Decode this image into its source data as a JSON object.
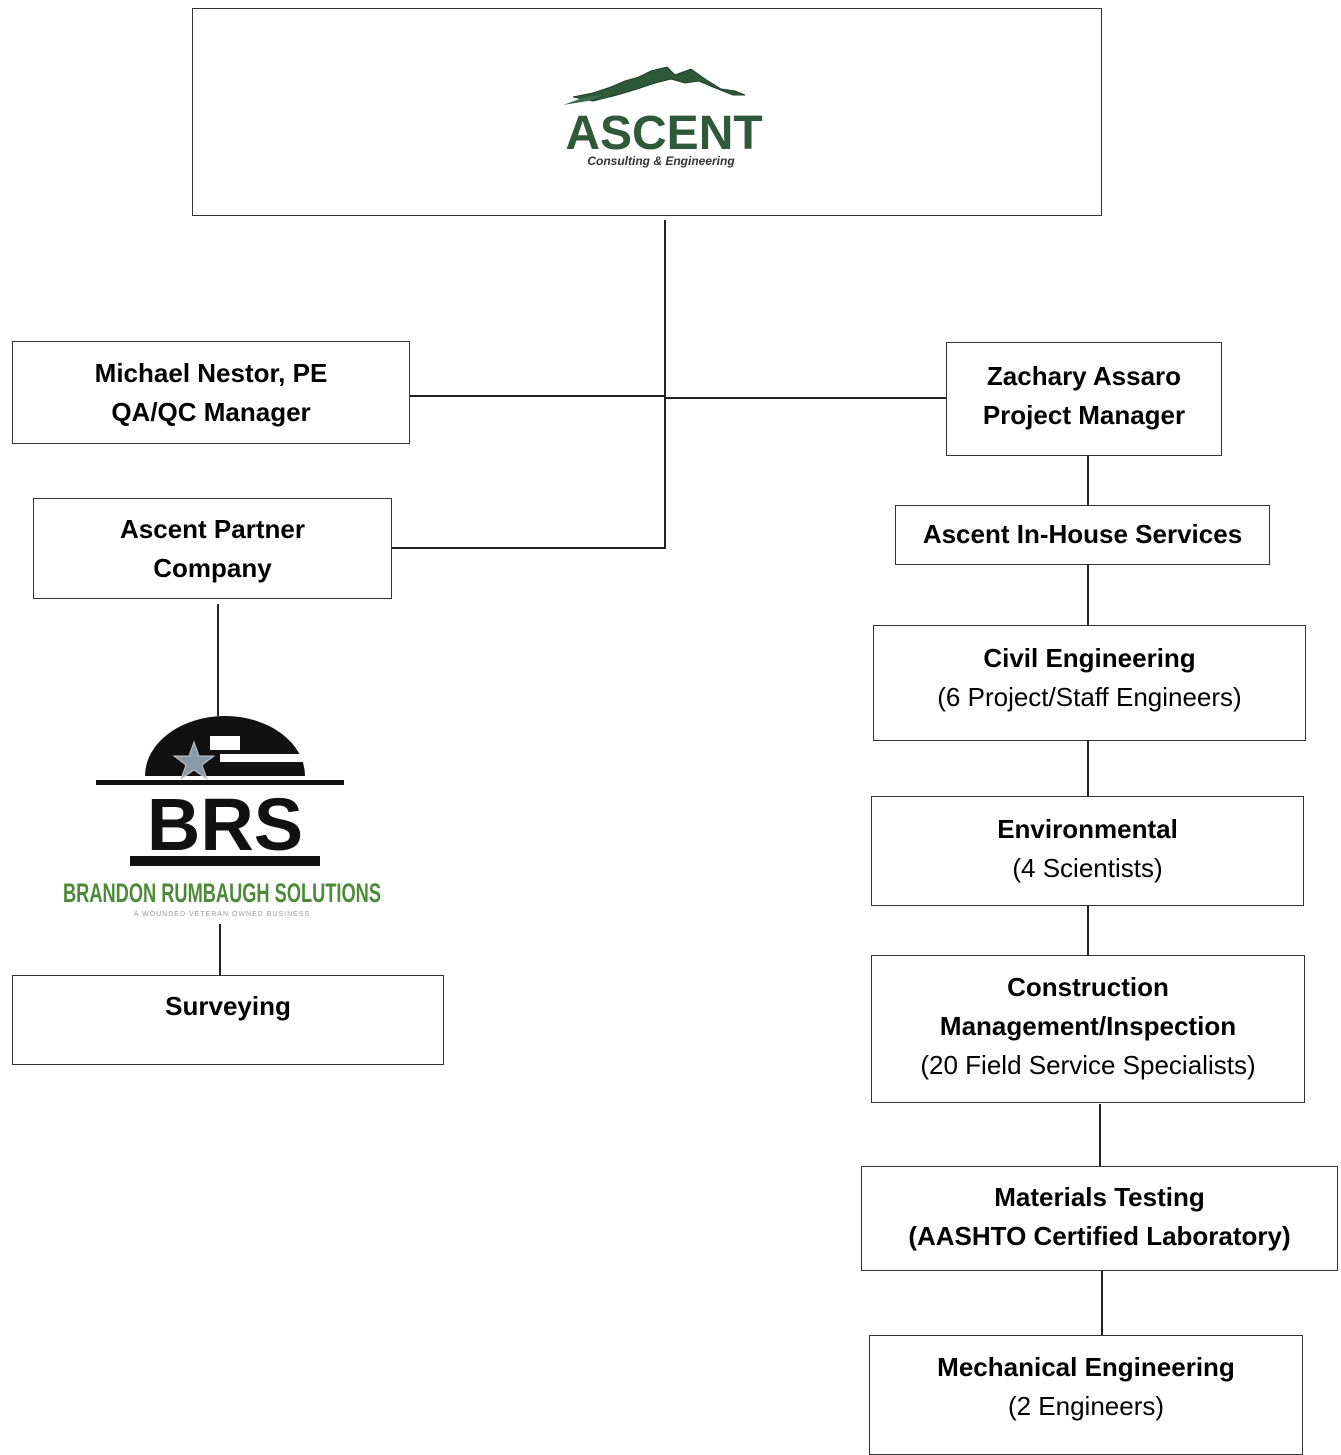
{
  "logo_box": {
    "brand_name": "ASCENT",
    "brand_tagline": "Consulting & Engineering"
  },
  "nodes": {
    "qa_manager": {
      "name": "Michael Nestor, PE",
      "role": "QA/QC Manager"
    },
    "project_manager": {
      "name": "Zachary Assaro",
      "role": "Project Manager"
    },
    "partner": {
      "line1": "Ascent Partner",
      "line2": "Company"
    },
    "in_house": {
      "label": "Ascent In-House Services"
    },
    "civil": {
      "title": "Civil Engineering",
      "detail": "(6 Project/Staff Engineers)"
    },
    "environmental": {
      "title": "Environmental",
      "detail": "(4 Scientists)"
    },
    "construction": {
      "title1": "Construction",
      "title2": "Management/Inspection",
      "detail": "(20 Field Service Specialists)"
    },
    "materials": {
      "title": "Materials Testing",
      "detail": "(AASHTO Certified Laboratory)"
    },
    "mechanical": {
      "title": "Mechanical Engineering",
      "detail": "(2 Engineers)"
    },
    "surveying": {
      "label": "Surveying"
    }
  },
  "partner_logo": {
    "initials": "BRS",
    "company": "BRANDON RUMBAUGH SOLUTIONS",
    "tagline": "A WOUNDED VETERAN OWNED BUSINESS"
  },
  "colors": {
    "ascent_green": "#2e5a3a",
    "brs_green": "#4c8a3a",
    "line": "#222222"
  }
}
